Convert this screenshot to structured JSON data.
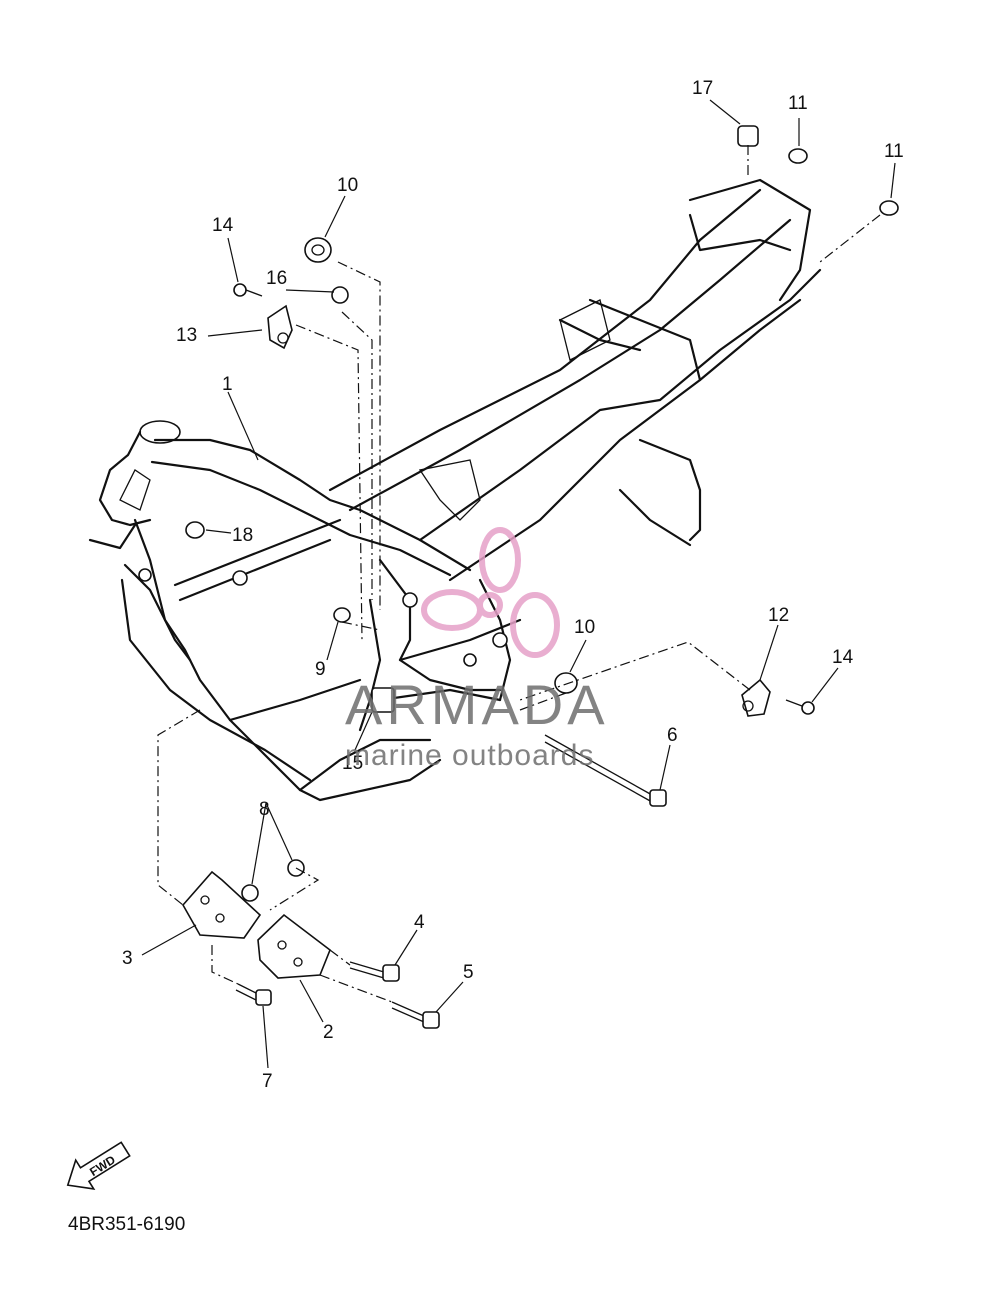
{
  "diagram_code": "4BR351-6190",
  "fwd_label": "FWD",
  "watermark": {
    "brand": "ARMADA",
    "tagline": "marine outboards",
    "brand_color": "#6e6e6e",
    "logo_color": "#e6a0c8"
  },
  "callouts": {
    "c1": "1",
    "c2": "2",
    "c3": "3",
    "c4": "4",
    "c5": "5",
    "c6": "6",
    "c7": "7",
    "c8": "8",
    "c9": "9",
    "c10a": "10",
    "c10b": "10",
    "c11a": "11",
    "c11b": "11",
    "c12": "12",
    "c13": "13",
    "c14a": "14",
    "c14b": "14",
    "c15": "15",
    "c16": "16",
    "c17": "17",
    "c18": "18"
  }
}
